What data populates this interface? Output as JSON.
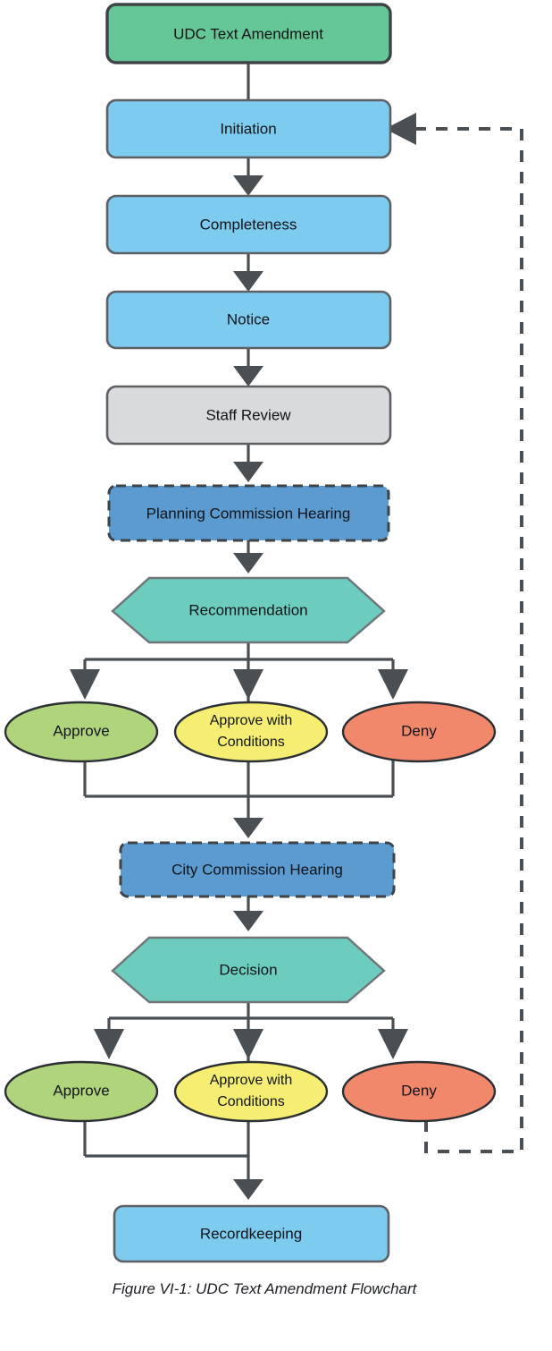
{
  "figure": {
    "caption": "Figure VI-1: UDC Text Amendment Flowchart"
  },
  "palette": {
    "start_green": "#66C796",
    "light_blue": "#7DCBEE",
    "gray": "#D9DADC",
    "hearing_blue": "#5B9BD0",
    "teal": "#6CCCBE",
    "approve_green": "#AFD47C",
    "conditions_yellow": "#F5EE72",
    "deny_orange": "#F2886B",
    "line_gray": "#4A4F54",
    "border_gray": "#5D6166"
  },
  "nodes": {
    "start": {
      "label": "UDC Text Amendment",
      "shape": "rounded-rect",
      "color": "#66C796"
    },
    "initiation": {
      "label": "Initiation",
      "shape": "rounded-rect",
      "color": "#7DCBEE"
    },
    "completeness": {
      "label": "Completeness",
      "shape": "rounded-rect",
      "color": "#7DCBEE"
    },
    "notice": {
      "label": "Notice",
      "shape": "rounded-rect",
      "color": "#7DCBEE"
    },
    "staff_review": {
      "label": "Staff Review",
      "shape": "rounded-rect",
      "color": "#D9DADC"
    },
    "pc_hearing": {
      "label": "Planning Commission Hearing",
      "shape": "dashed-rect",
      "color": "#5B9BD0"
    },
    "recommendation": {
      "label": "Recommendation",
      "shape": "hexagon",
      "color": "#6CCCBE"
    },
    "pc_approve": {
      "label": "Approve",
      "shape": "ellipse",
      "color": "#AFD47C"
    },
    "pc_approve_conditions": {
      "label_line1": "Approve with",
      "label_line2": "Conditions",
      "shape": "ellipse",
      "color": "#F5EE72"
    },
    "pc_deny": {
      "label": "Deny",
      "shape": "ellipse",
      "color": "#F2886B"
    },
    "cc_hearing": {
      "label": "City Commission Hearing",
      "shape": "dashed-rect",
      "color": "#5B9BD0"
    },
    "decision": {
      "label": "Decision",
      "shape": "hexagon",
      "color": "#6CCCBE"
    },
    "cc_approve": {
      "label": "Approve",
      "shape": "ellipse",
      "color": "#AFD47C"
    },
    "cc_approve_conditions": {
      "label_line1": "Approve with",
      "label_line2": "Conditions",
      "shape": "ellipse",
      "color": "#F5EE72"
    },
    "cc_deny": {
      "label": "Deny",
      "shape": "ellipse",
      "color": "#F2886B"
    },
    "recordkeeping": {
      "label": "Recordkeeping",
      "shape": "rounded-rect",
      "color": "#7DCBEE"
    }
  },
  "edges": [
    {
      "from": "start",
      "to": "initiation",
      "style": "solid"
    },
    {
      "from": "initiation",
      "to": "completeness",
      "style": "solid"
    },
    {
      "from": "completeness",
      "to": "notice",
      "style": "solid"
    },
    {
      "from": "notice",
      "to": "staff_review",
      "style": "solid"
    },
    {
      "from": "staff_review",
      "to": "pc_hearing",
      "style": "solid"
    },
    {
      "from": "pc_hearing",
      "to": "recommendation",
      "style": "solid"
    },
    {
      "from": "recommendation",
      "to": "pc_approve",
      "style": "solid"
    },
    {
      "from": "recommendation",
      "to": "pc_approve_conditions",
      "style": "solid"
    },
    {
      "from": "recommendation",
      "to": "pc_deny",
      "style": "solid"
    },
    {
      "from": "pc_approve",
      "to": "cc_hearing",
      "style": "solid"
    },
    {
      "from": "pc_approve_conditions",
      "to": "cc_hearing",
      "style": "solid"
    },
    {
      "from": "pc_deny",
      "to": "cc_hearing",
      "style": "solid"
    },
    {
      "from": "cc_hearing",
      "to": "decision",
      "style": "solid"
    },
    {
      "from": "decision",
      "to": "cc_approve",
      "style": "solid"
    },
    {
      "from": "decision",
      "to": "cc_approve_conditions",
      "style": "solid"
    },
    {
      "from": "decision",
      "to": "cc_deny",
      "style": "solid"
    },
    {
      "from": "cc_approve",
      "to": "recordkeeping",
      "style": "solid"
    },
    {
      "from": "cc_approve_conditions",
      "to": "recordkeeping",
      "style": "solid"
    },
    {
      "from": "cc_deny",
      "to": "initiation",
      "style": "dashed"
    }
  ]
}
